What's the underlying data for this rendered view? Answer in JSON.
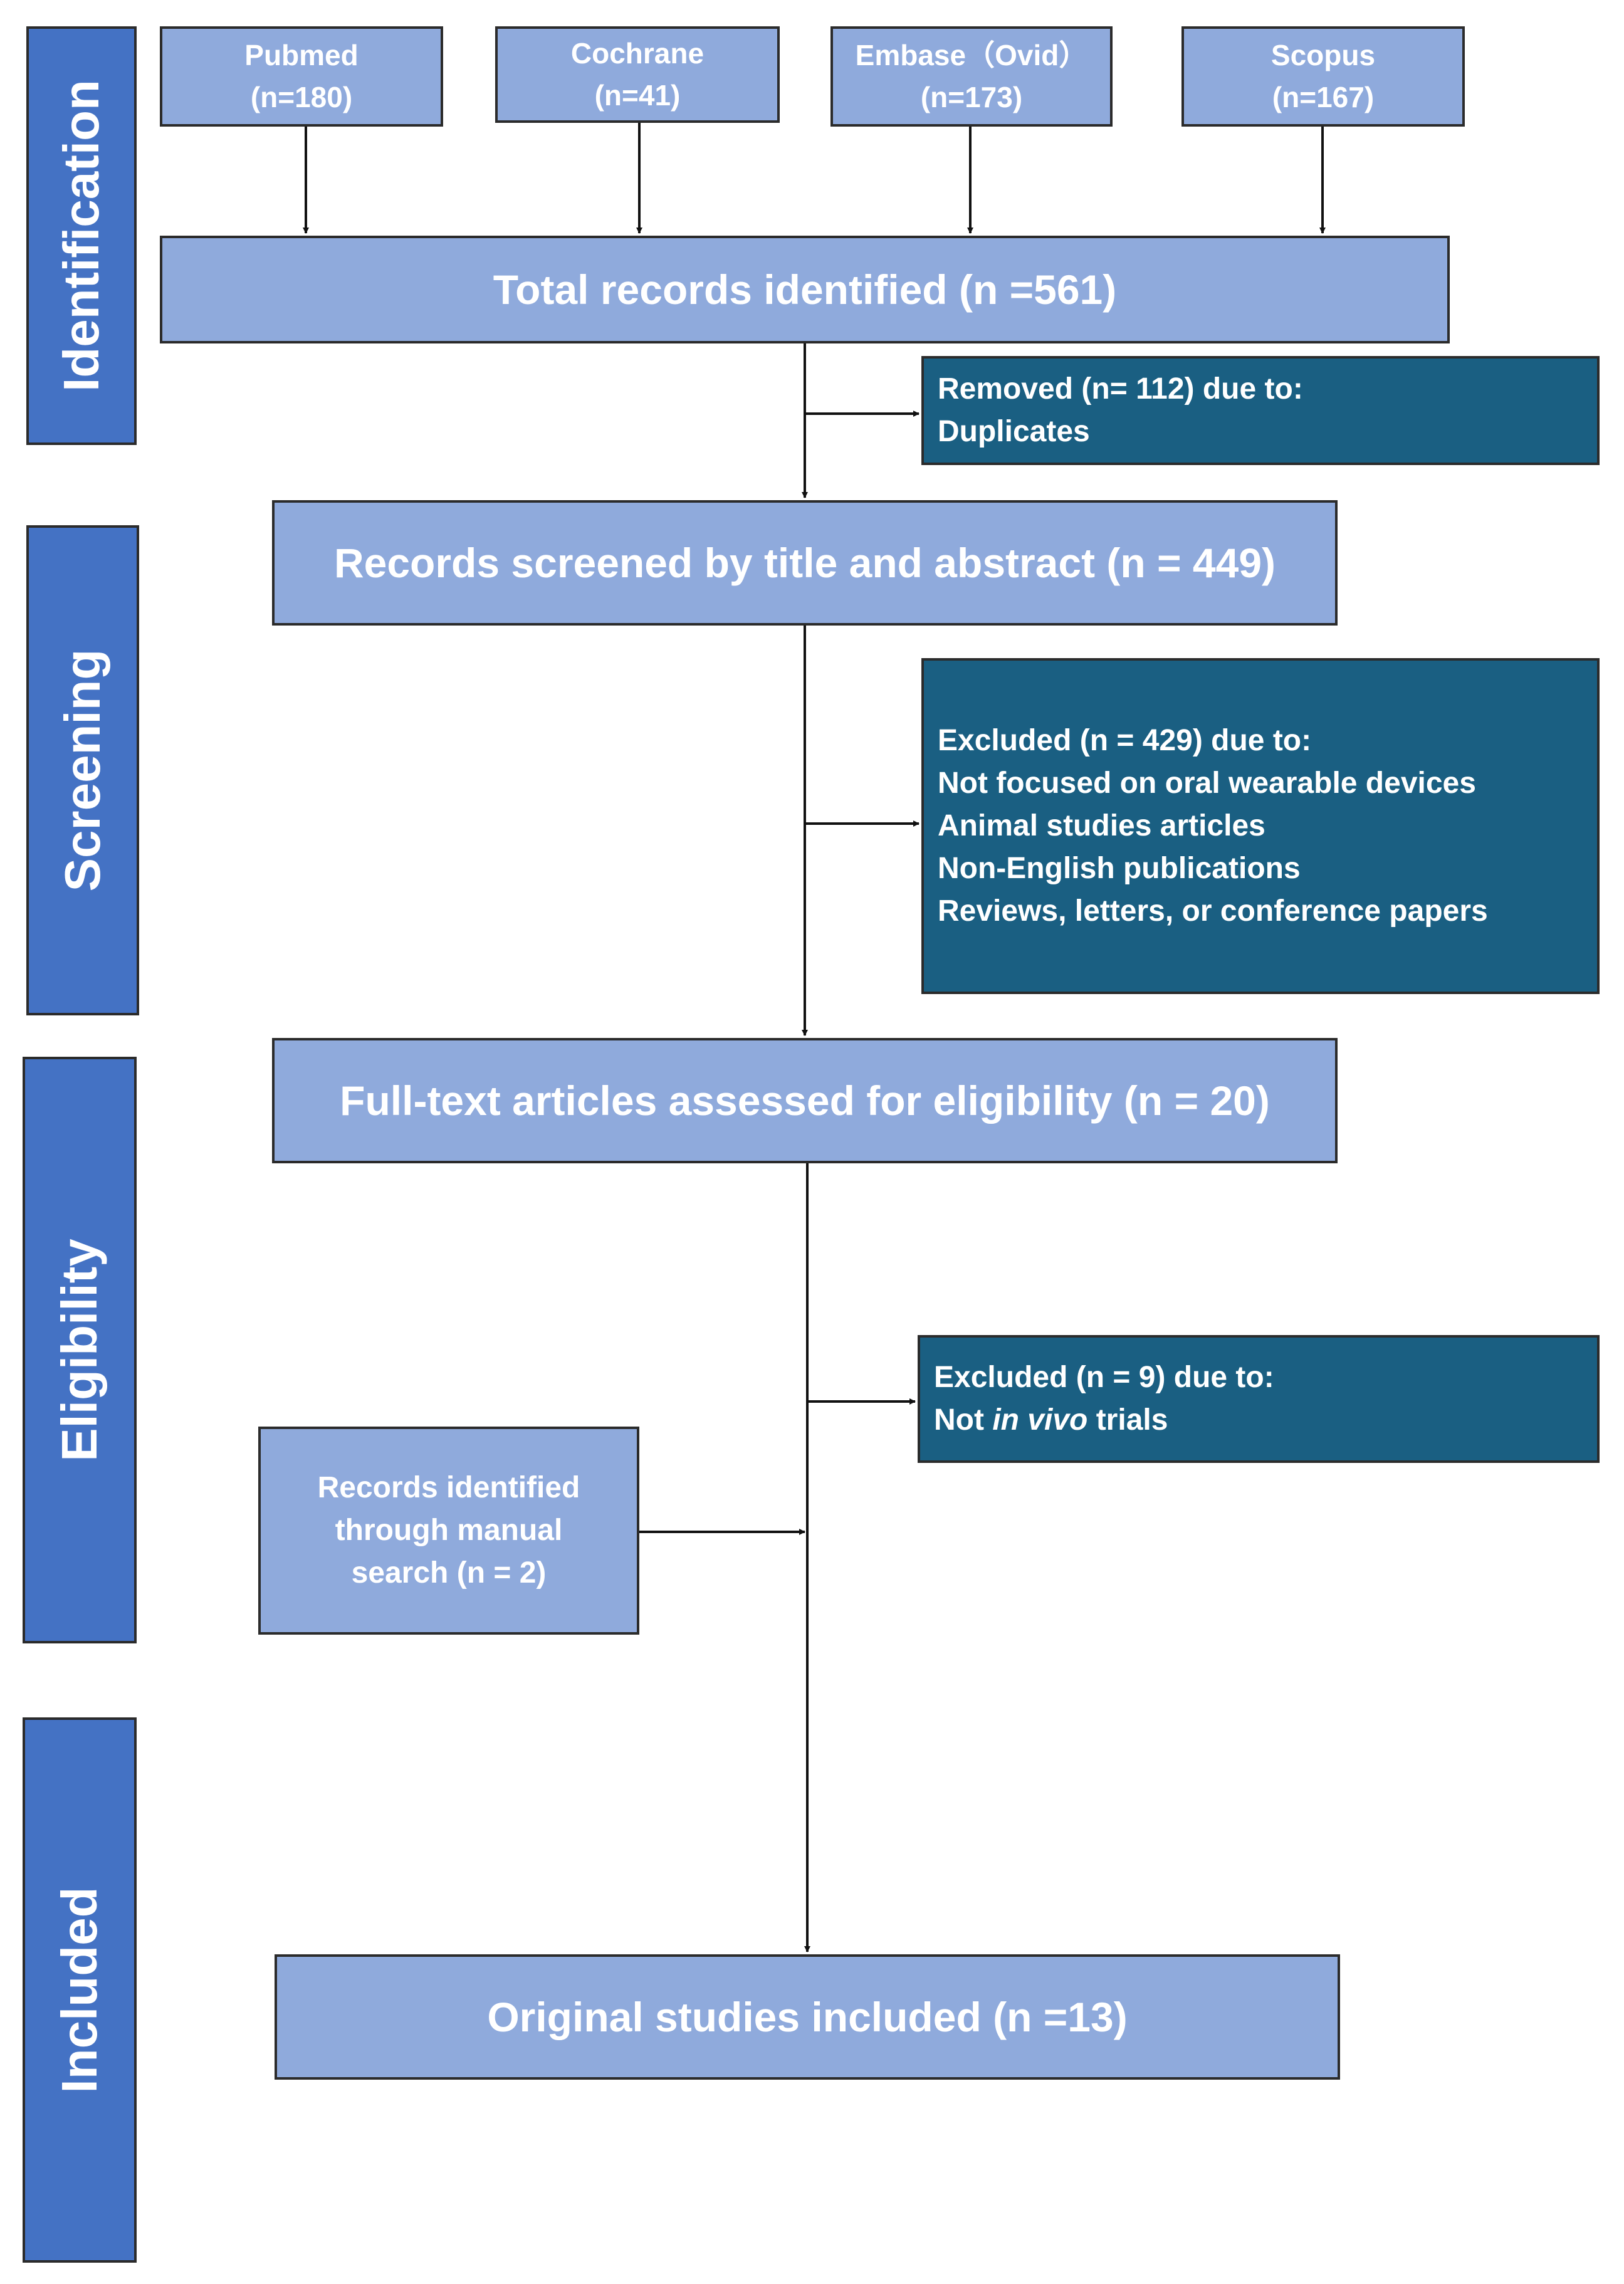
{
  "phases": {
    "identification": "Identification",
    "screening": "Screening",
    "eligibility": "Eligibility",
    "included": "Included"
  },
  "sources": [
    {
      "name": "Pubmed",
      "count": "(n=180)"
    },
    {
      "name": "Cochrane",
      "count": "(n=41)"
    },
    {
      "name": "Embase（Ovid）",
      "count": "(n=173)"
    },
    {
      "name": "Scopus",
      "count": "(n=167)"
    }
  ],
  "total_records": "Total records identified (n =561)",
  "removed": {
    "line1": "Removed (n= 112) due to:",
    "line2": "Duplicates"
  },
  "screened": "Records screened by title and abstract (n = 449)",
  "excluded_screening": {
    "header": "Excluded (n = 429) due to:",
    "reasons": [
      "Not focused on oral wearable devices",
      "Animal studies articles",
      "Non-English publications",
      "Reviews, letters, or conference papers"
    ]
  },
  "full_text": "Full-text articles assessed for eligibility (n = 20)",
  "excluded_eligibility": {
    "header": "Excluded (n = 9) due to:",
    "reason_prefix": "Not ",
    "reason_italic": "in vivo",
    "reason_suffix": " trials"
  },
  "manual_search": {
    "line1": "Records identified",
    "line2": "through manual",
    "line3": "search (n = 2)"
  },
  "included_box": "Original studies included (n =13)",
  "colors": {
    "phase_bar": "#4472c4",
    "light_box": "#8faadc",
    "dark_box": "#1a5f82",
    "border": "#2b2b2b",
    "text": "#ffffff"
  }
}
